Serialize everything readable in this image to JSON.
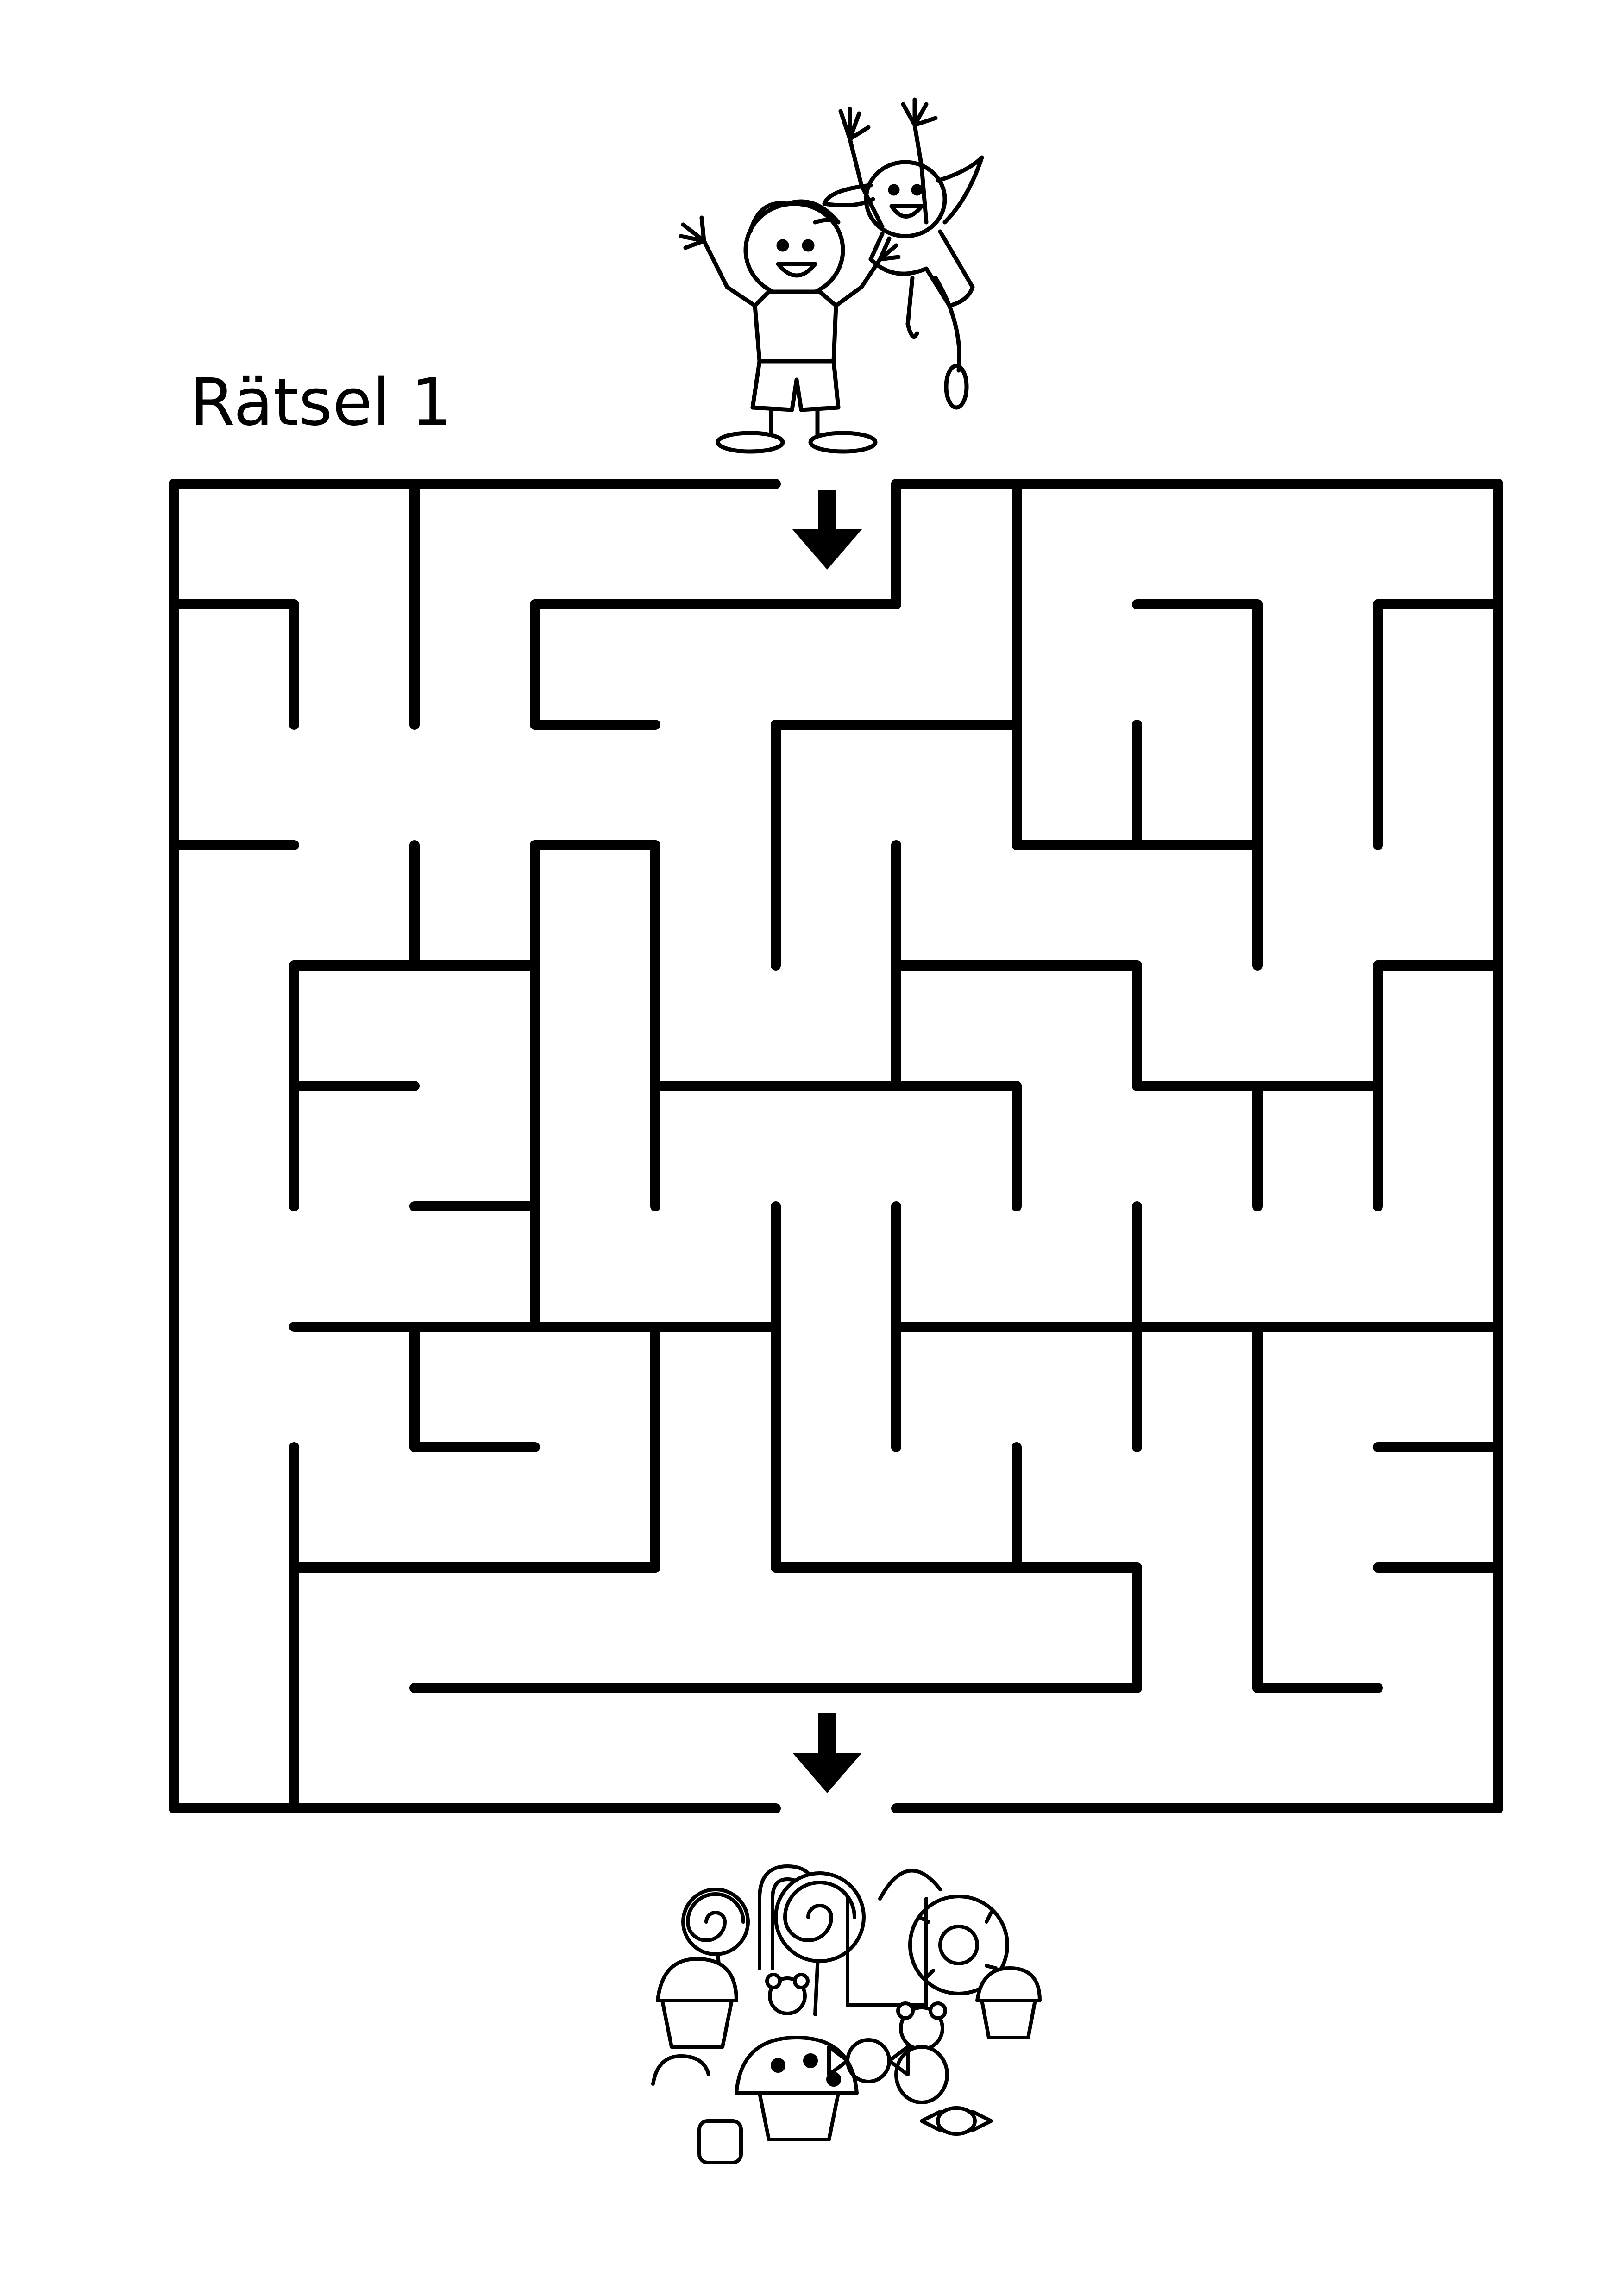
{
  "title": "Rätsel 1",
  "colors": {
    "ink": "#000000",
    "paper": "#ffffff"
  },
  "maze": {
    "cols": 11,
    "rows": 11,
    "entrance": {
      "side": "top",
      "col": 5
    },
    "exit": {
      "side": "bottom",
      "col": 5
    },
    "walls": [
      [
        [
          0,
          0
        ],
        [
          5,
          0
        ]
      ],
      [
        [
          6,
          0
        ],
        [
          11,
          0
        ]
      ],
      [
        [
          0,
          0
        ],
        [
          0,
          11
        ]
      ],
      [
        [
          11,
          0
        ],
        [
          11,
          11
        ]
      ],
      [
        [
          0,
          11
        ],
        [
          5,
          11
        ]
      ],
      [
        [
          6,
          11
        ],
        [
          11,
          11
        ]
      ],
      [
        [
          6,
          0
        ],
        [
          6,
          1
        ]
      ],
      [
        [
          3,
          1
        ],
        [
          6,
          1
        ]
      ],
      [
        [
          3,
          1
        ],
        [
          3,
          2
        ]
      ],
      [
        [
          3,
          2
        ],
        [
          4,
          2
        ]
      ],
      [
        [
          0,
          1
        ],
        [
          1,
          1
        ]
      ],
      [
        [
          1,
          1
        ],
        [
          1,
          2
        ]
      ],
      [
        [
          2,
          0
        ],
        [
          2,
          2
        ]
      ],
      [
        [
          7,
          0
        ],
        [
          7,
          3
        ]
      ],
      [
        [
          7,
          3
        ],
        [
          9,
          3
        ]
      ],
      [
        [
          9,
          1
        ],
        [
          9,
          4
        ]
      ],
      [
        [
          8,
          1
        ],
        [
          9,
          1
        ]
      ],
      [
        [
          8,
          2
        ],
        [
          8,
          3
        ]
      ],
      [
        [
          10,
          1
        ],
        [
          11,
          1
        ]
      ],
      [
        [
          10,
          1
        ],
        [
          10,
          3
        ]
      ],
      [
        [
          0,
          3
        ],
        [
          1,
          3
        ]
      ],
      [
        [
          5,
          2
        ],
        [
          7,
          2
        ]
      ],
      [
        [
          5,
          2
        ],
        [
          5,
          4
        ]
      ],
      [
        [
          6,
          3
        ],
        [
          6,
          5
        ]
      ],
      [
        [
          2,
          3
        ],
        [
          2,
          4
        ]
      ],
      [
        [
          3,
          3
        ],
        [
          4,
          3
        ]
      ],
      [
        [
          3,
          3
        ],
        [
          3,
          7
        ]
      ],
      [
        [
          4,
          3
        ],
        [
          4,
          6
        ]
      ],
      [
        [
          1,
          4
        ],
        [
          3,
          4
        ]
      ],
      [
        [
          1,
          4
        ],
        [
          1,
          6
        ]
      ],
      [
        [
          1,
          5
        ],
        [
          2,
          5
        ]
      ],
      [
        [
          2,
          6
        ],
        [
          3,
          6
        ]
      ],
      [
        [
          6,
          4
        ],
        [
          8,
          4
        ]
      ],
      [
        [
          8,
          4
        ],
        [
          8,
          5
        ]
      ],
      [
        [
          8,
          5
        ],
        [
          10,
          5
        ]
      ],
      [
        [
          10,
          4
        ],
        [
          11,
          4
        ]
      ],
      [
        [
          10,
          4
        ],
        [
          10,
          6
        ]
      ],
      [
        [
          4,
          5
        ],
        [
          7,
          5
        ]
      ],
      [
        [
          7,
          5
        ],
        [
          7,
          6
        ]
      ],
      [
        [
          9,
          5
        ],
        [
          9,
          6
        ]
      ],
      [
        [
          5,
          6
        ],
        [
          5,
          9
        ]
      ],
      [
        [
          6,
          6
        ],
        [
          6,
          8
        ]
      ],
      [
        [
          8,
          6
        ],
        [
          8,
          7
        ]
      ],
      [
        [
          1,
          7
        ],
        [
          5,
          7
        ]
      ],
      [
        [
          6,
          7
        ],
        [
          11,
          7
        ]
      ],
      [
        [
          2,
          7
        ],
        [
          2,
          8
        ]
      ],
      [
        [
          2,
          8
        ],
        [
          3,
          8
        ]
      ],
      [
        [
          4,
          7
        ],
        [
          4,
          9
        ]
      ],
      [
        [
          8,
          7
        ],
        [
          8,
          8
        ]
      ],
      [
        [
          9,
          7
        ],
        [
          9,
          10
        ]
      ],
      [
        [
          1,
          8
        ],
        [
          1,
          11
        ]
      ],
      [
        [
          7,
          8
        ],
        [
          7,
          9
        ]
      ],
      [
        [
          10,
          8
        ],
        [
          11,
          8
        ]
      ],
      [
        [
          10,
          9
        ],
        [
          11,
          9
        ]
      ],
      [
        [
          1,
          9
        ],
        [
          4,
          9
        ]
      ],
      [
        [
          5,
          9
        ],
        [
          8,
          9
        ]
      ],
      [
        [
          8,
          9
        ],
        [
          8,
          10
        ]
      ],
      [
        [
          2,
          10
        ],
        [
          8,
          10
        ]
      ],
      [
        [
          9,
          10
        ],
        [
          10,
          10
        ]
      ]
    ]
  }
}
